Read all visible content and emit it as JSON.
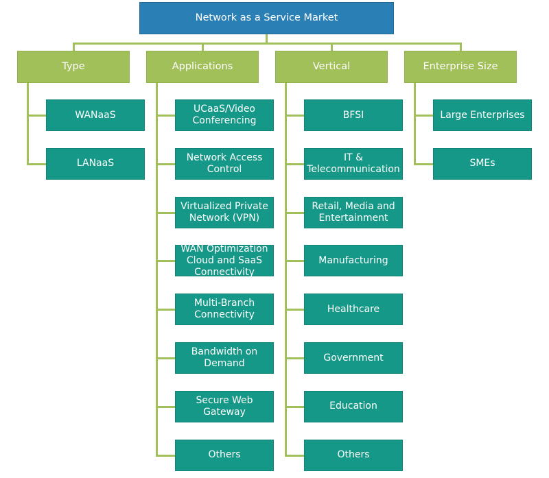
{
  "root": "Network as a Service Market",
  "categories": [
    {
      "label": "Type",
      "items": [
        "WANaaS",
        "LANaaS"
      ]
    },
    {
      "label": "Applications",
      "items": [
        "UCaaS/Video\nConferencing",
        "Network Access\nControl",
        "Virtualized Private\nNetwork (VPN)",
        "WAN Optimization\nCloud and SaaS\nConnectivity",
        "Multi-Branch\nConnectivity",
        "Bandwidth on\nDemand",
        "Secure Web\nGateway",
        "Others"
      ]
    },
    {
      "label": "Vertical",
      "items": [
        "BFSI",
        "IT &\nTelecommunication",
        "Retail, Media and\nEntertainment",
        "Manufacturing",
        "Healthcare",
        "Government",
        "Education",
        "Others"
      ]
    },
    {
      "label": "Enterprise Size",
      "items": [
        "Large Enterprises",
        "SMEs"
      ]
    }
  ],
  "colors": {
    "root": "#2a7fb4",
    "category": "#a2c05a",
    "leaf": "#159887",
    "connector": "#a2c05a"
  }
}
